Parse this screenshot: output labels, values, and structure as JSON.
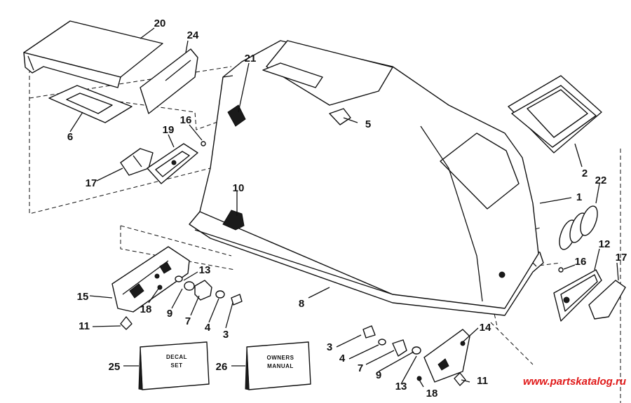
{
  "callouts": [
    "20",
    "24",
    "21",
    "16",
    "19",
    "5",
    "6",
    "17",
    "10",
    "2",
    "22",
    "1",
    "12",
    "16",
    "17",
    "15",
    "13",
    "18",
    "9",
    "7",
    "4",
    "3",
    "11",
    "8",
    "14",
    "3",
    "4",
    "7",
    "9",
    "13",
    "18",
    "11",
    "25",
    "26"
  ],
  "decal_box": {
    "line1": "DECAL",
    "line2": "SET"
  },
  "manual_box": {
    "line1": "OWNERS",
    "line2": "MANUAL"
  },
  "watermark": "www.partskatalog.ru",
  "colors": {
    "ink": "#111111",
    "paper": "#ffffff",
    "watermark": "#e01818"
  }
}
